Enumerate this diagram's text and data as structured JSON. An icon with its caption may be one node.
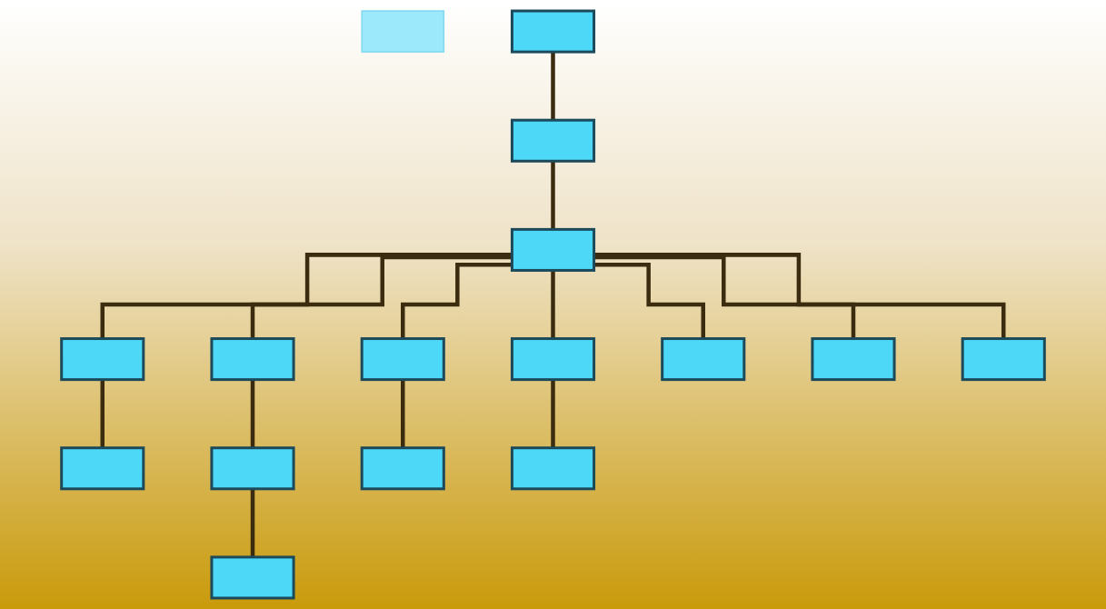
{
  "diagram": {
    "nodes": [
      {
        "text": [],
        "shape": "box"
      },
      {
        "text": [],
        "shape": "box"
      },
      {
        "text": [],
        "shape": "box"
      },
      {
        "text": [],
        "shape": "box"
      },
      {
        "text": [],
        "shape": "box"
      },
      {
        "text": [],
        "shape": "box"
      },
      {
        "text": [],
        "shape": "box"
      },
      {
        "text": [],
        "shape": "box"
      },
      {
        "text": [],
        "shape": "box"
      },
      {
        "text": [],
        "shape": "box"
      },
      {
        "text": [],
        "shape": "box"
      },
      {
        "text": [],
        "shape": "box"
      },
      {
        "text": [],
        "shape": "box"
      },
      {
        "text": [],
        "shape": "box"
      },
      {
        "text": [],
        "shape": "box"
      },
      {
        "text": [],
        "shape": "box"
      }
    ],
    "edges": [
      {
        "from": 1,
        "to": 2,
        "arrow": "none"
      },
      {
        "from": 2,
        "to": 3,
        "arrow": "none"
      },
      {
        "from": 3,
        "to": 4,
        "arrow": "none"
      },
      {
        "from": 3,
        "to": 5,
        "arrow": "none"
      },
      {
        "from": 3,
        "to": 6,
        "arrow": "none"
      },
      {
        "from": 3,
        "to": 7,
        "arrow": "none"
      },
      {
        "from": 4,
        "to": 8,
        "arrow": "none"
      },
      {
        "from": 5,
        "to": 9,
        "arrow": "none"
      },
      {
        "from": 9,
        "to": 10,
        "arrow": "none"
      },
      {
        "from": 6,
        "to": 11,
        "arrow": "none"
      },
      {
        "from": 7,
        "to": 12,
        "arrow": "none"
      },
      {
        "from": 3,
        "to": 13,
        "arrow": "none"
      },
      {
        "from": 3,
        "to": 14,
        "arrow": "none"
      },
      {
        "from": 3,
        "to": 15,
        "arrow": "none"
      }
    ]
  }
}
